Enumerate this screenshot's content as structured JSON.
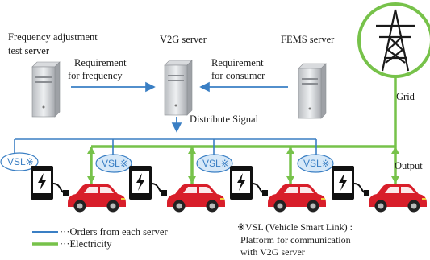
{
  "servers": {
    "frequency": {
      "line1": "Frequency adjustment",
      "line2": "test server"
    },
    "v2g": {
      "label": "V2G server"
    },
    "fems": {
      "label": "FEMS server"
    }
  },
  "arrows": {
    "frequency": {
      "line1": "Requirement",
      "line2": "for frequency"
    },
    "consumer": {
      "line1": "Requirement",
      "line2": "for consumer"
    },
    "distribute": "Distribute Signal"
  },
  "grid_label": "Grid",
  "output_label": "Output",
  "vsl_badge": "VSL※",
  "legend": {
    "orders": "···Orders from each server",
    "electricity": "···Electricity"
  },
  "footnote": {
    "line1": "※VSL (Vehicle Smart Link) :",
    "line2": "Platform for communication",
    "line3": "with V2G server"
  },
  "colors": {
    "orders": "#3a7fc4",
    "electricity": "#77c24a",
    "car": "#d81e2a",
    "charger": "#111111"
  }
}
